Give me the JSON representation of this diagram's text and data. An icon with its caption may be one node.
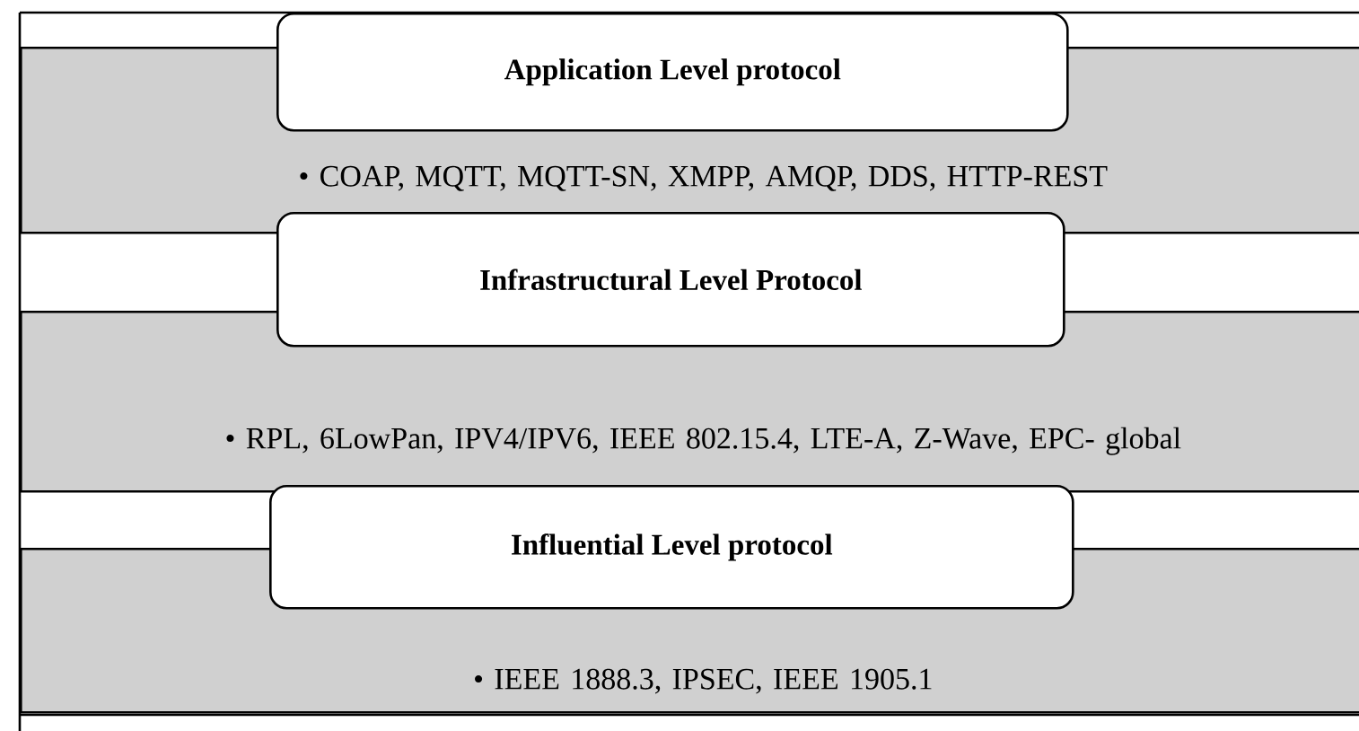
{
  "diagram": {
    "nodes": [
      {
        "text": [
          "Application Level protocol"
        ]
      },
      {
        "text": [
          "• COAP, MQTT,  MQTT-SN,  XMPP, AMQP, DDS, HTTP-REST"
        ]
      },
      {
        "text": [
          "Infrastructural Level Protocol"
        ]
      },
      {
        "text": [
          "• RPL, 6LowPan, IPV4/IPV6, IEEE 802.15.4, LTE-A, Z-Wave, EPC- global"
        ]
      },
      {
        "text": [
          "Influential Level protocol"
        ]
      },
      {
        "text": [
          "• IEEE 1888.3, IPSEC, IEEE 1905.1"
        ]
      }
    ]
  }
}
